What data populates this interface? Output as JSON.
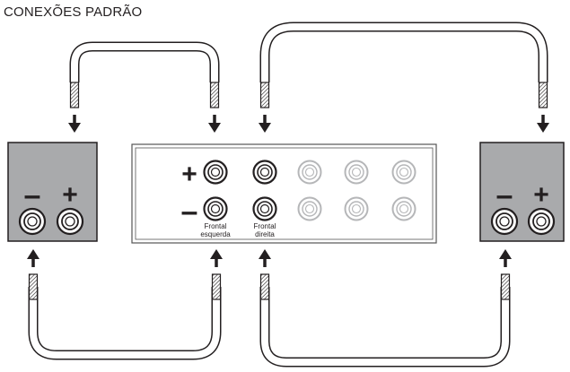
{
  "title": "CONEXÕES PADRÃO",
  "signs": {
    "plus": "+",
    "minus": "–"
  },
  "channels": {
    "front_left": "Frontal\nesquerda",
    "front_right": "Frontal\ndireita"
  },
  "colors": {
    "speaker_fill": "#a9aaac",
    "line": "#231f20",
    "inactive_terminal": "#b5b6b8",
    "panel_border": "#555555"
  }
}
